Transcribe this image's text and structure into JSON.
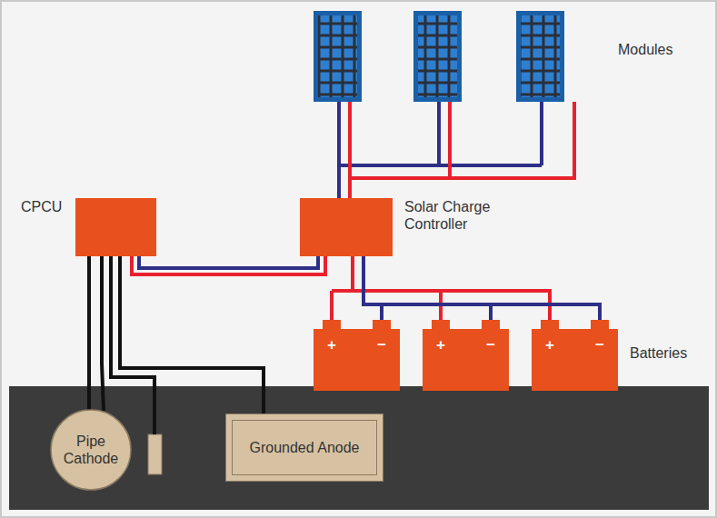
{
  "diagram": {
    "nodes": [
      {
        "text": [
          "CPCU"
        ]
      },
      {
        "text": [
          "Solar Charge Controller"
        ]
      },
      {
        "text": [
          "Pipe Cathode"
        ]
      },
      {
        "text": [
          "Grounded Anode"
        ]
      }
    ],
    "edges": [
      {
        "from": 0,
        "to": 1,
        "arrow": "none"
      },
      {
        "from": 0,
        "to": 2,
        "arrow": "none"
      },
      {
        "from": 0,
        "to": 3,
        "arrow": "none"
      }
    ],
    "labels": [
      "Modules",
      "+",
      "−",
      "+",
      "−",
      "+",
      "−",
      "Batteries"
    ]
  }
}
